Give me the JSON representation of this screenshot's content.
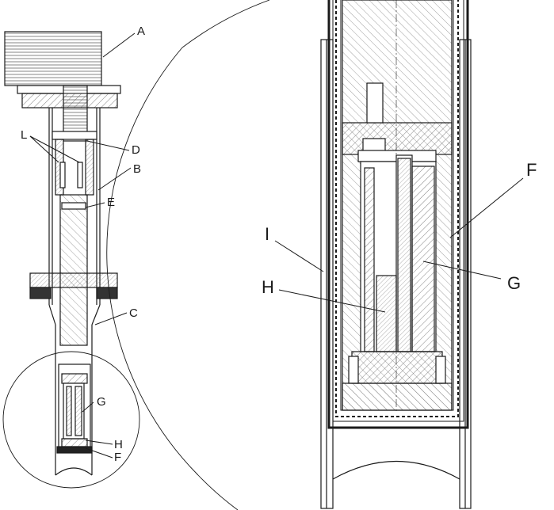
{
  "figure": {
    "left_labels": {
      "A": "A",
      "L": "L",
      "D": "D",
      "B": "B",
      "E": "E",
      "C": "C",
      "G": "G",
      "H": "H",
      "F": "F"
    },
    "right_labels": {
      "F": "F",
      "I": "I",
      "H": "H",
      "G": "G"
    }
  },
  "colors": {
    "line": "#1a1a1a",
    "hatch": "#555555",
    "background": "#ffffff"
  }
}
